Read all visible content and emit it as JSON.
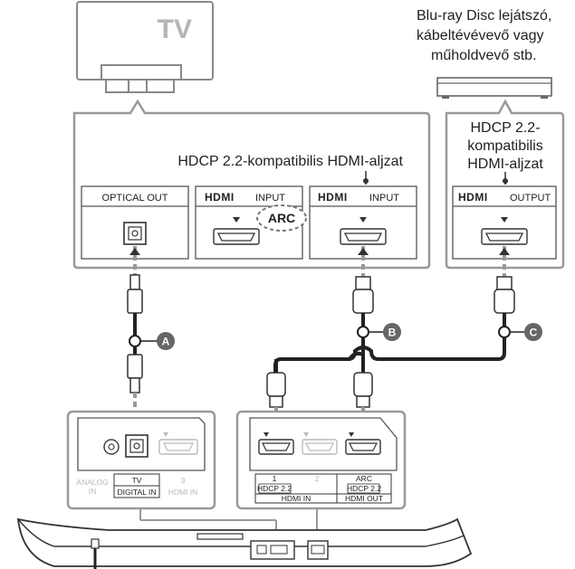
{
  "tv": {
    "label": "TV"
  },
  "source_device": {
    "caption_line1": "Blu-ray Disc lejátszó,",
    "caption_line2": "kábeltévévevő vagy",
    "caption_line3": "műholdvevő stb."
  },
  "tv_panel": {
    "hdcp_caption": "HDCP 2.2-kompatibilis HDMI-aljzat",
    "optical_label": "OPTICAL OUT",
    "hdmi_input_1": {
      "brand": "HDMI",
      "label": "INPUT",
      "arc_label": "ARC"
    },
    "hdmi_input_2": {
      "brand": "HDMI",
      "label": "INPUT"
    }
  },
  "source_panel": {
    "hdcp_line1": "HDCP 2.2-",
    "hdcp_line2": "kompatibilis",
    "hdcp_line3": "HDMI-aljzat",
    "hdmi_output": {
      "brand": "HDMI",
      "label": "OUTPUT"
    }
  },
  "cables": {
    "a": "A",
    "b": "B",
    "c": "C"
  },
  "soundbar_left_panel": {
    "analog_in_line1": "ANALOG",
    "analog_in_line2": "IN",
    "tv_label": "TV",
    "digital_in": "DIGITAL IN",
    "hdmi3_number": "3",
    "hdmi3_label": "HDMI IN"
  },
  "soundbar_right_panel": {
    "in1_number": "1",
    "in1_hdcp": "HDCP 2.2",
    "in2_number": "2",
    "arc_label": "ARC",
    "out_hdcp": "HDCP 2.2",
    "hdmi_in_group": "HDMI IN",
    "hdmi_out_group": "HDMI OUT"
  }
}
